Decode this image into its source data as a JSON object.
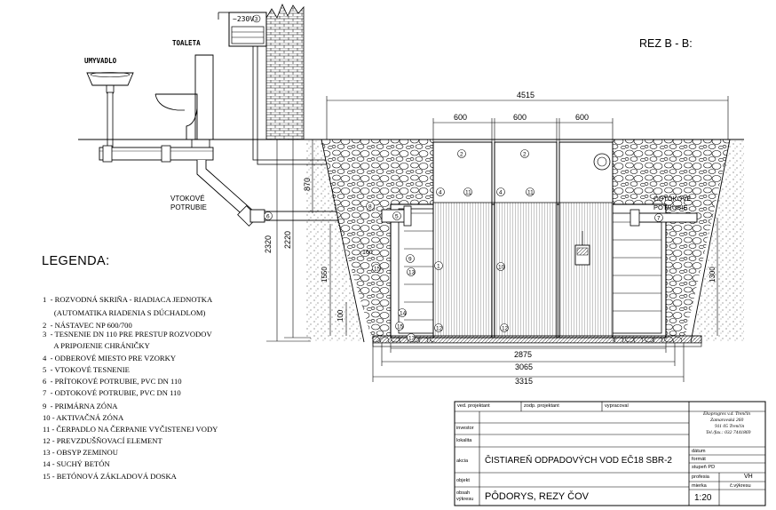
{
  "header": {
    "section_title": "REZ B - B:",
    "toilet_label": "TOALETA",
    "sink_label": "UMYVADLO",
    "panel_label": "~230V",
    "panel_mark": "3",
    "inlet_label_1": "VTOKOVÉ",
    "inlet_label_2": "POTRUBIE",
    "outlet_label_1": "ODTOKOVÉ",
    "outlet_label_2": "POTRUBIE"
  },
  "dimensions": {
    "overall_top": "4515",
    "chamber_1": "600",
    "chamber_2": "600",
    "chamber_3": "600",
    "bottom_1": "2875",
    "bottom_2": "3065",
    "bottom_3": "3315",
    "vert_870": "870",
    "vert_2320": "2320",
    "vert_2220": "2220",
    "vert_1550": "1550",
    "vert_100": "100",
    "vert_1300": "1300",
    "vert_160": "160"
  },
  "callouts": [
    "2",
    "2",
    "4",
    "11",
    "4",
    "11",
    "6",
    "8",
    "5",
    "7",
    "9",
    "10",
    "12",
    "13",
    "14",
    "15",
    "13",
    "15",
    "12",
    "1"
  ],
  "legend": {
    "title": "LEGENDA:",
    "items": [
      "1  - ROZVODNÁ SKRIŇA - RIADIACA JEDNOTKA",
      "      (AUTOMATIKA RIADENIA S DÚCHADLOM)",
      "2  - NÁSTAVEC NP 600/700",
      "3  - TESNENIE DN 110 PRE PRESTUP ROZVODOV",
      "      A PRIPOJENIE CHRÁNIČKY",
      "4  - ODBEROVÉ MIESTO PRE VZORKY",
      "5  - VTOKOVÉ TESNENIE",
      "6  - PRÍTOKOVÉ POTRUBIE, PVC DN 110",
      "7  - ODTOKOVÉ POTRUBIE, PVC DN 110",
      "9  - PRIMÁRNA ZÓNA",
      "10 - AKTIVAČNÁ ZÓNA",
      "11 - ČERPADLO NA ČERPANIE VYČISTENEJ VODY",
      "12 - PREVZDUŠŇOVACÍ ELEMENT",
      "13 - OBSYP ZEMINOU",
      "14 - SUCHÝ BETÓN",
      "15 - BETÓNOVÁ ZÁKLADOVÁ DOSKA"
    ]
  },
  "title_block": {
    "ved_projektant": "ved. projektant",
    "zodp_projektant": "zodp. projektant",
    "vypracoval": "vypracoval",
    "investor": "investor",
    "lokalita": "lokalita",
    "akcia_label": "akcia",
    "akcia": "ČISTIAREŇ ODPADOVÝCH VOD  EČ18 SBR-2",
    "objekt": "objekt",
    "obsah_label_1": "obsah",
    "obsah_label_2": "výkresu",
    "obsah": "PÔDORYS, REZY ČOV",
    "company_1": "Ekoprogres v.d. Trenčín",
    "company_2": "Zamarovská 260",
    "company_3": "911 05 Trenčín",
    "company_4": "Tel./fax.: 032 7441869",
    "datum": "dátum",
    "format": "formát",
    "stupen": "stupeň  PD",
    "profesia": "profesia",
    "profesia_value": "VH",
    "mierka": "mierka",
    "mierka_value": "1:20",
    "c_vykresu": "č.výkresu"
  }
}
